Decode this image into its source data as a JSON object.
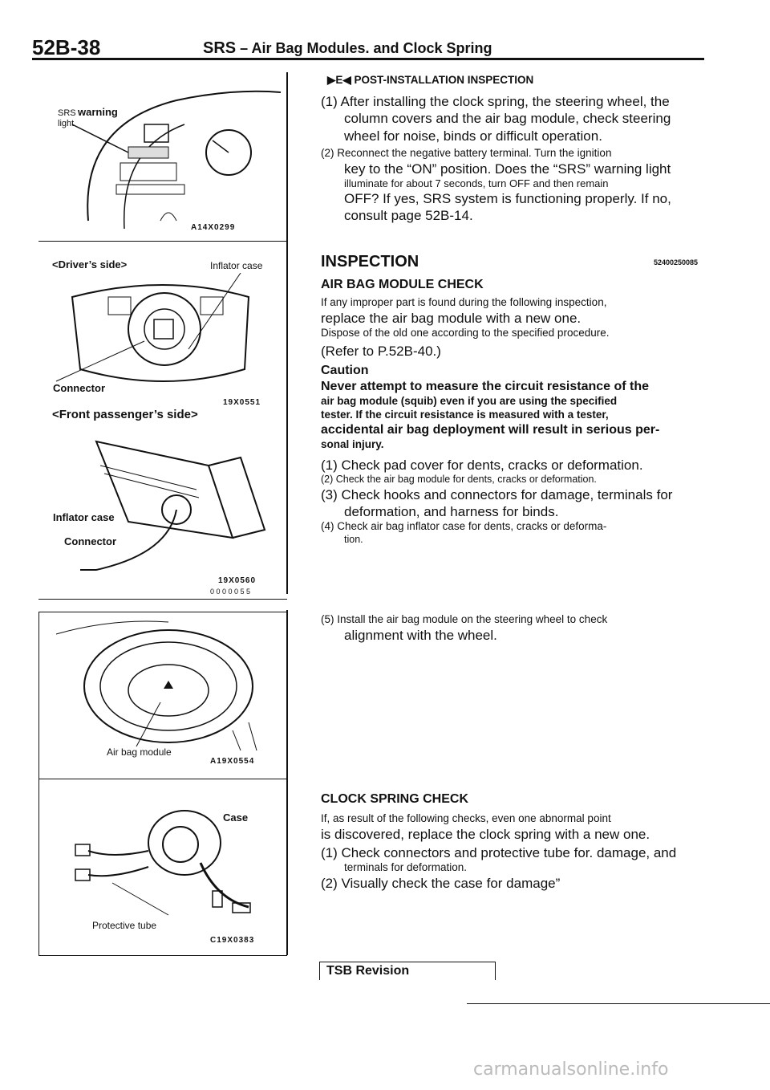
{
  "header": {
    "page_code": "52B-38",
    "title_prefix": "SRS",
    "title_rest": "– Air Bag Modules. and Clock Spring"
  },
  "figures": {
    "fig1": {
      "label1": "SRS",
      "label1b": "warning",
      "label2": "light",
      "code": "A14X0299"
    },
    "fig2": {
      "label_driver": "<Driver’s side>",
      "label_inflator": "Inflator case",
      "label_connector": "Connector",
      "code": "19X0551"
    },
    "fig3": {
      "label_front": "<Front passenger’s side>",
      "label_inflator": "Inflator case",
      "label_connector": "Connector",
      "code": "19X0560",
      "code2": "0 0 0 0 0 5 5"
    },
    "fig4": {
      "label": "Air bag module",
      "code": "A19X0554"
    },
    "fig5": {
      "label_case": "Case",
      "label_tube": "Protective tube",
      "code": "C19X0383"
    }
  },
  "post_install": {
    "heading": "POST-INSTALLATION INSPECTION",
    "p1": "(1) After installing the clock spring, the steering wheel, the",
    "p1b": "column covers and the air bag module, check steering",
    "p1c": "wheel for noise, binds or difficult operation.",
    "p2": "(2) Reconnect the negative battery terminal. Turn the ignition",
    "p2b": "key to the “ON” position. Does the “SRS” warning light",
    "p2c": "illuminate for about 7 seconds, turn OFF and then remain",
    "p2d": "OFF? If yes, SRS system is functioning properly. If no,",
    "p2e": "consult page 52B-14."
  },
  "inspection": {
    "title": "INSPECTION",
    "code": "52400250085",
    "sub1": "AIR BAG MODULE CHECK",
    "t1": "If any improper part is found during the following inspection,",
    "t2": "replace the air bag module with a new one.",
    "t3": "Dispose of the old one according to the specified procedure.",
    "t4": "(Refer to P.52B-40.)",
    "caution": "Caution",
    "c1": "Never attempt to measure the circuit resistance of the",
    "c2": "air bag module (squib) even if you are using the specified",
    "c3": "tester. If the circuit resistance is measured with a tester,",
    "c4": "accidental air bag deployment will result in serious per-",
    "c5": "sonal injury.",
    "s1": "(1) Check pad cover for dents, cracks or deformation.",
    "s2": "(2) Check the air bag module for dents, cracks or deformation.",
    "s3": "(3) Check hooks and connectors for damage, terminals for",
    "s3b": "deformation, and harness for binds.",
    "s4": "(4) Check air bag inflator case for dents, cracks or deforma-",
    "s4b": "tion.",
    "s5": "(5) Install the air bag module on the steering wheel to check",
    "s5b": "alignment with the wheel."
  },
  "clock": {
    "title": "CLOCK SPRING CHECK",
    "t1": "If, as result of the following checks, even one abnormal point",
    "t2": "is discovered, replace the clock spring with a new one.",
    "s1": "(1) Check connectors and protective tube for. damage, and",
    "s1b": "terminals for deformation.",
    "s2": "(2) Visually check the case for damage”"
  },
  "footer": {
    "tsb": "TSB Revision",
    "watermark": "carmanualsonline.info"
  }
}
